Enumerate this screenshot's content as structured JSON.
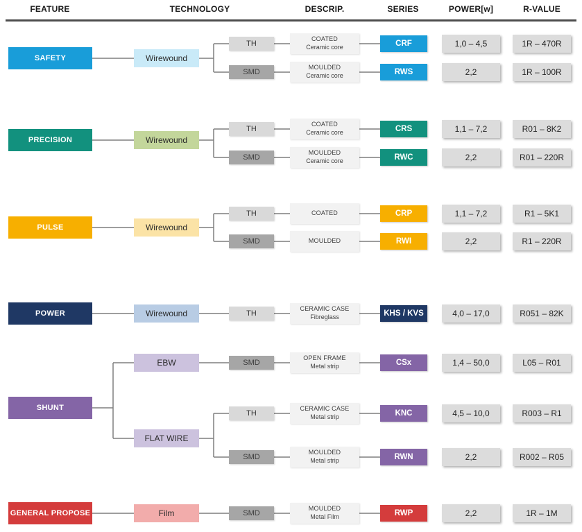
{
  "header": {
    "columns": [
      "FEATURE",
      "TECHNOLOGY",
      "DESCRIP.",
      "SERIES",
      "POWER[w]",
      "R-VALUE"
    ]
  },
  "colors": {
    "th_box": "#D9D9D9",
    "smd_box": "#A6A6A6",
    "descrip_box": "#F2F2F2",
    "value_box": "#DCDCDC",
    "connector": "#7F7F7F"
  },
  "groups": [
    {
      "feature": "SAFETY",
      "color": "#199DD9",
      "technologies": [
        {
          "label": "Wirewound",
          "color": "#C9EAF8",
          "branches": [
            {
              "mount": "TH",
              "descrip1": "COATED",
              "descrip2": "Ceramic core",
              "series": "CRF",
              "power": "1,0 – 4,5",
              "rvalue": "1R – 470R"
            },
            {
              "mount": "SMD",
              "descrip1": "MOULDED",
              "descrip2": "Ceramic core",
              "series": "RWS",
              "power": "2,2",
              "rvalue": "1R – 100R"
            }
          ]
        }
      ]
    },
    {
      "feature": "PRECISION",
      "color": "#12917E",
      "technologies": [
        {
          "label": "Wirewound",
          "color": "#C3D69B",
          "branches": [
            {
              "mount": "TH",
              "descrip1": "COATED",
              "descrip2": "Ceramic core",
              "series": "CRS",
              "power": "1,1 – 7,2",
              "rvalue": "R01 – 8K2"
            },
            {
              "mount": "SMD",
              "descrip1": "MOULDED",
              "descrip2": "Ceramic core",
              "series": "RWC",
              "power": "2,2",
              "rvalue": "R01 – 220R"
            }
          ]
        }
      ]
    },
    {
      "feature": "PULSE",
      "color": "#F7AF00",
      "technologies": [
        {
          "label": "Wirewound",
          "color": "#FBE3A6",
          "branches": [
            {
              "mount": "TH",
              "descrip1": "COATED",
              "descrip2": "",
              "series": "CRP",
              "power": "1,1 – 7,2",
              "rvalue": "R1 – 5K1"
            },
            {
              "mount": "SMD",
              "descrip1": "MOULDED",
              "descrip2": "",
              "series": "RWI",
              "power": "2,2",
              "rvalue": "R1 – 220R"
            }
          ]
        }
      ]
    },
    {
      "feature": "POWER",
      "color": "#1F3864",
      "technologies": [
        {
          "label": "Wirewound",
          "color": "#B8CCE4",
          "branches": [
            {
              "mount": "TH",
              "descrip1": "CERAMIC CASE",
              "descrip2": "Fibreglass",
              "series": "KHS / KVS",
              "power": "4,0 – 17,0",
              "rvalue": "R051 – 82K"
            }
          ]
        }
      ]
    },
    {
      "feature": "SHUNT",
      "color": "#8465A6",
      "technologies": [
        {
          "label": "EBW",
          "color": "#CCC2DE",
          "branches": [
            {
              "mount": "SMD",
              "descrip1": "OPEN FRAME",
              "descrip2": "Metal strip",
              "series": "CSx",
              "power": "1,4 – 50,0",
              "rvalue": "L05 – R01"
            }
          ]
        },
        {
          "label": "FLAT WIRE",
          "color": "#CCC2DE",
          "branches": [
            {
              "mount": "TH",
              "descrip1": "CERAMIC CASE",
              "descrip2": "Metal strip",
              "series": "KNC",
              "power": "4,5 – 10,0",
              "rvalue": "R003 – R1"
            },
            {
              "mount": "SMD",
              "descrip1": "MOULDED",
              "descrip2": "Metal strip",
              "series": "RWN",
              "power": "2,2",
              "rvalue": "R002 – R05"
            }
          ]
        }
      ]
    },
    {
      "feature": "GENERAL PROPOSE",
      "color": "#D43C3C",
      "technologies": [
        {
          "label": "Film",
          "color": "#F2ACAB",
          "branches": [
            {
              "mount": "SMD",
              "descrip1": "MOULDED",
              "descrip2": "Metal Film",
              "series": "RWP",
              "power": "2,2",
              "rvalue": "1R – 1M"
            }
          ]
        }
      ]
    }
  ]
}
